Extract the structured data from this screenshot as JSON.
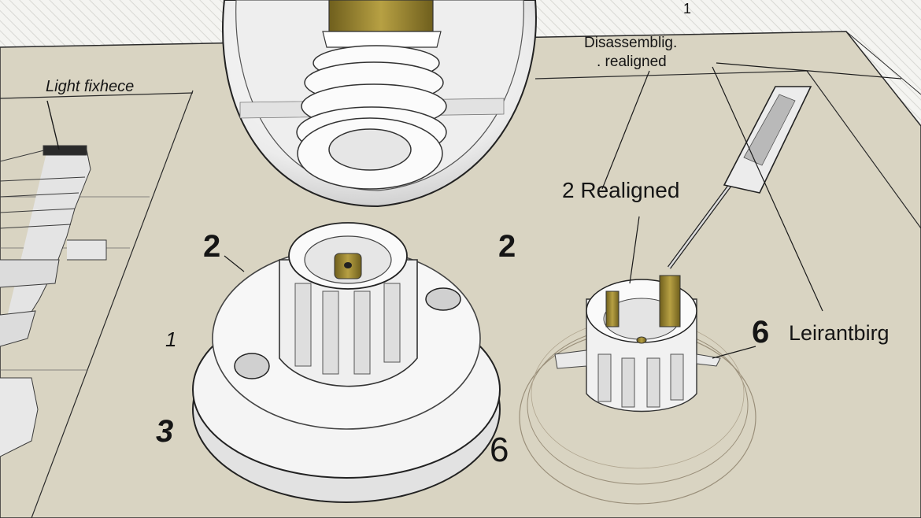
{
  "labels": {
    "top_number": "1",
    "light_fixture": "Light fixhece",
    "disassembling_line1": "Disassemblig.",
    "disassembling_line2": ". realigned",
    "realigned_label": "2 Realigned",
    "left_two": "2",
    "right_two": "2",
    "six_right": "6",
    "learning": "Leirantbirg",
    "left_mark": "1",
    "three": "3",
    "six_bottom": "6"
  },
  "colors": {
    "paper": "#d9d4c2",
    "ink": "#1a1a1a",
    "white_part": "#f7f7f7",
    "brass": "#a8922e"
  }
}
